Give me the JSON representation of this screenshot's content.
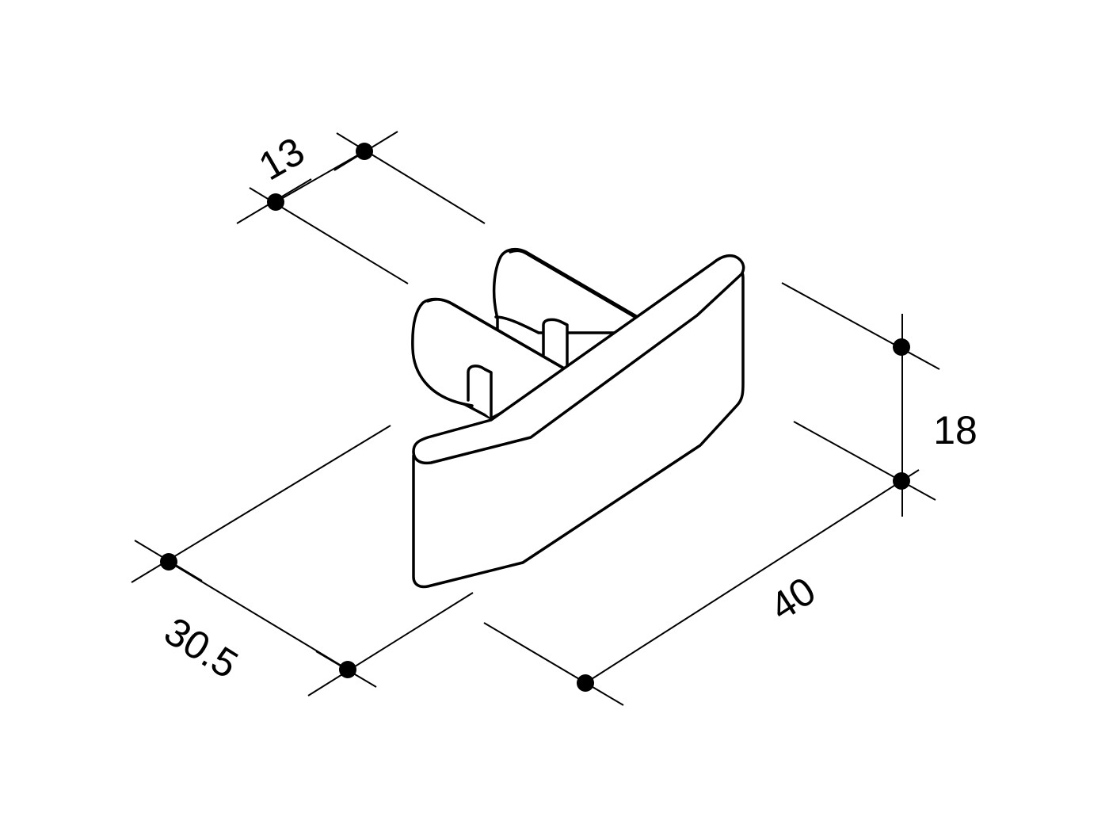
{
  "colors": {
    "line": "#000000",
    "background": "#ffffff"
  },
  "dimensions": {
    "top_width": "13",
    "depth": "30.5",
    "length": "40",
    "height": "18"
  }
}
